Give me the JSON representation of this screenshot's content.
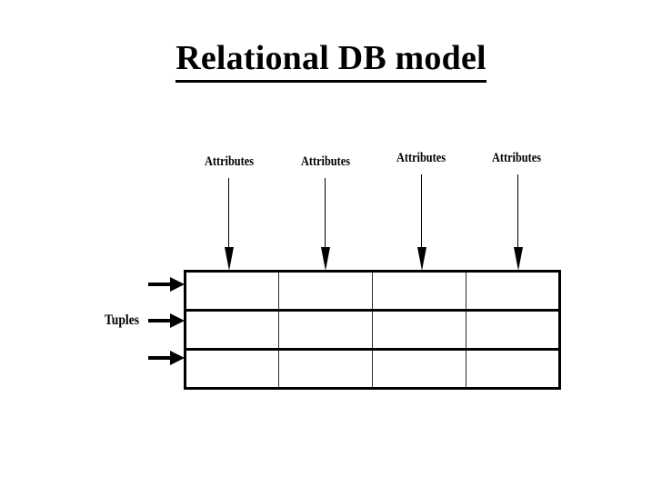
{
  "slide": {
    "title": "Relational DB model",
    "background_color": "#ffffff",
    "ink_color": "#000000"
  },
  "diagram": {
    "type": "relational-table-schematic",
    "attribute_labels": [
      {
        "text": "Attributes"
      },
      {
        "text": "Attributes"
      },
      {
        "text": "Attributes"
      },
      {
        "text": "Attributes"
      }
    ],
    "tuples_label": "Tuples",
    "table": {
      "columns": 4,
      "rows": 3,
      "cells": [
        [
          "",
          "",
          "",
          ""
        ],
        [
          "",
          "",
          "",
          ""
        ],
        [
          "",
          "",
          "",
          ""
        ]
      ]
    }
  }
}
